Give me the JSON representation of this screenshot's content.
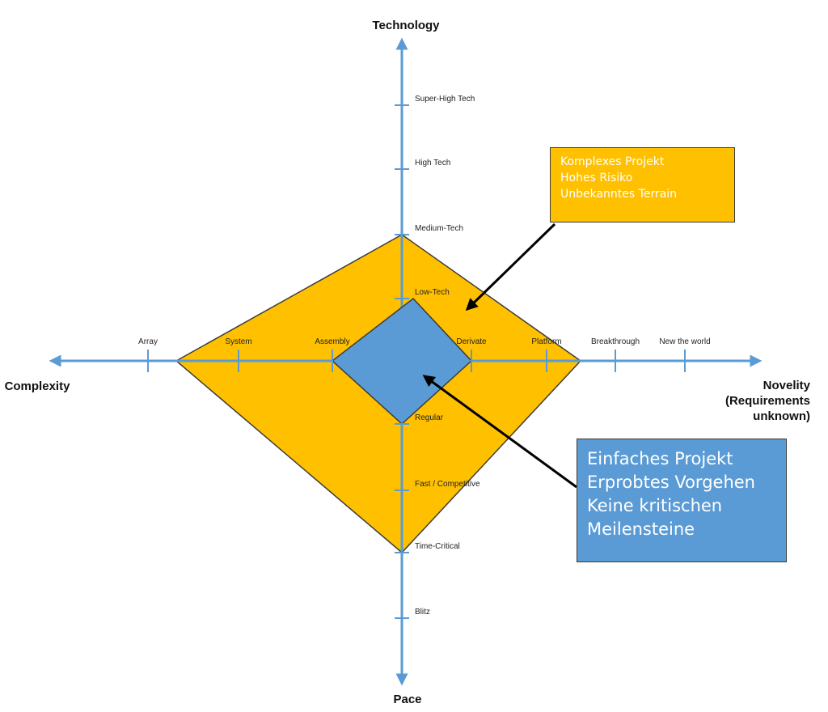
{
  "axes": {
    "top": "Technology",
    "left": "Complexity",
    "right_line1": "Novelity",
    "right_line2": "(Requirements",
    "right_line3": "unknown)",
    "bottom": "Pace"
  },
  "technology_levels": [
    "Low-Tech",
    "Medium-Tech",
    "High Tech",
    "Super-High Tech"
  ],
  "pace_levels": [
    "Regular",
    "Fast / Competitive",
    "Time-Critical",
    "Blitz"
  ],
  "complexity_levels": [
    "Assembly",
    "System",
    "Array"
  ],
  "novelty_levels": [
    "Derivate",
    "Platform",
    "Breakthrough",
    "New the world"
  ],
  "callouts": {
    "complex": [
      "Komplexes Projekt",
      "Hohes Risiko",
      "Unbekanntes Terrain"
    ],
    "simple": [
      "Einfaches Projekt",
      "Erprobtes Vorgehen",
      "Keine kritischen",
      "Meilensteine"
    ]
  },
  "profiles": {
    "complex_project": {
      "technology": "Medium-Tech",
      "novelty": "Breakthrough",
      "pace": "Time-Critical",
      "complexity": "Array"
    },
    "simple_project": {
      "technology": "Low-Tech",
      "novelty": "Derivate",
      "pace": "Regular",
      "complexity": "Assembly"
    }
  },
  "colors": {
    "axis": "#5b9bd5",
    "complex_fill": "#ffc000",
    "simple_fill": "#5b9bd5",
    "outline": "#3b3b3b",
    "callout_text": "#ffffff",
    "arrow": "#000000"
  }
}
